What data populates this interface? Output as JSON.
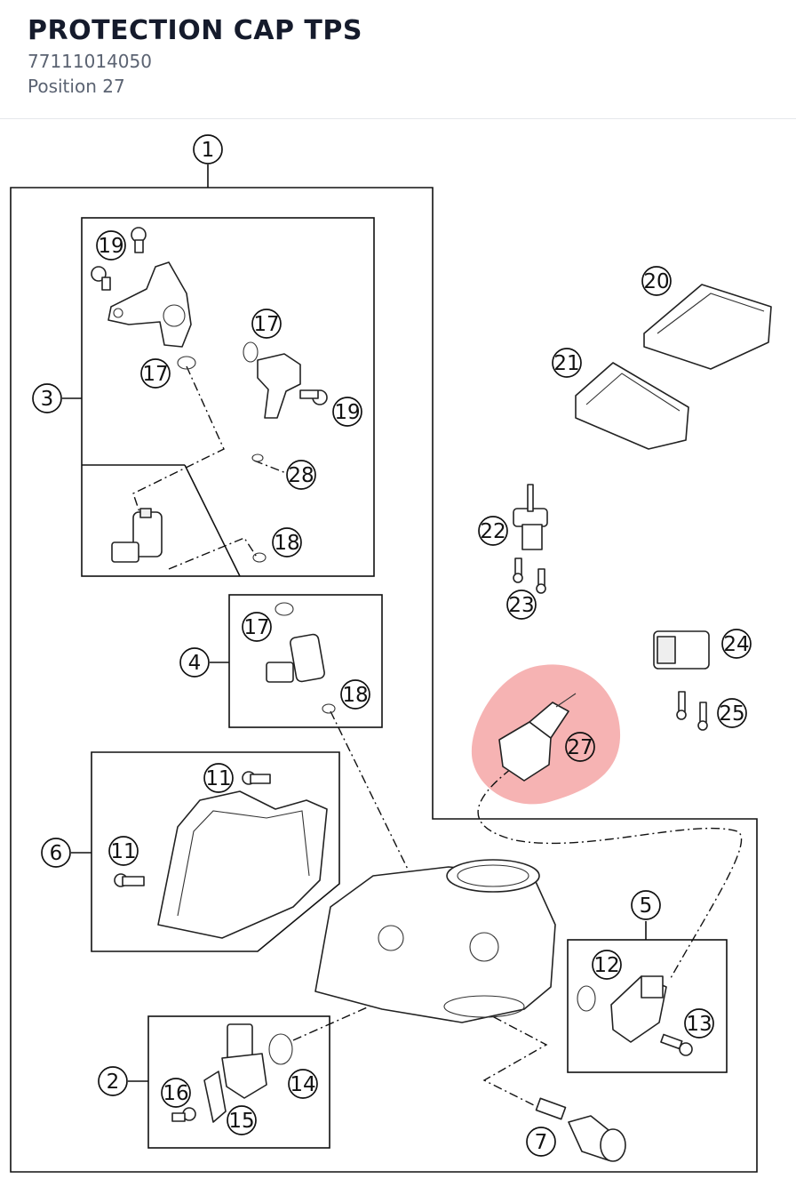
{
  "header": {
    "title": "PROTECTION CAP TPS",
    "part_number": "77111014050",
    "position": "Position 27"
  },
  "diagram": {
    "highlight_color": "#f08080",
    "highlighted_position": "27",
    "callouts": {
      "c1": "1",
      "c2": "2",
      "c3": "3",
      "c4": "4",
      "c5": "5",
      "c6": "6",
      "c7": "7",
      "c11a": "11",
      "c11b": "11",
      "c12": "12",
      "c13": "13",
      "c14": "14",
      "c15": "15",
      "c16": "16",
      "c17a": "17",
      "c17b": "17",
      "c17c": "17",
      "c18a": "18",
      "c18b": "18",
      "c19a": "19",
      "c19b": "19",
      "c20": "20",
      "c21": "21",
      "c22": "22",
      "c23": "23",
      "c24": "24",
      "c25": "25",
      "c27": "27",
      "c28": "28"
    }
  }
}
